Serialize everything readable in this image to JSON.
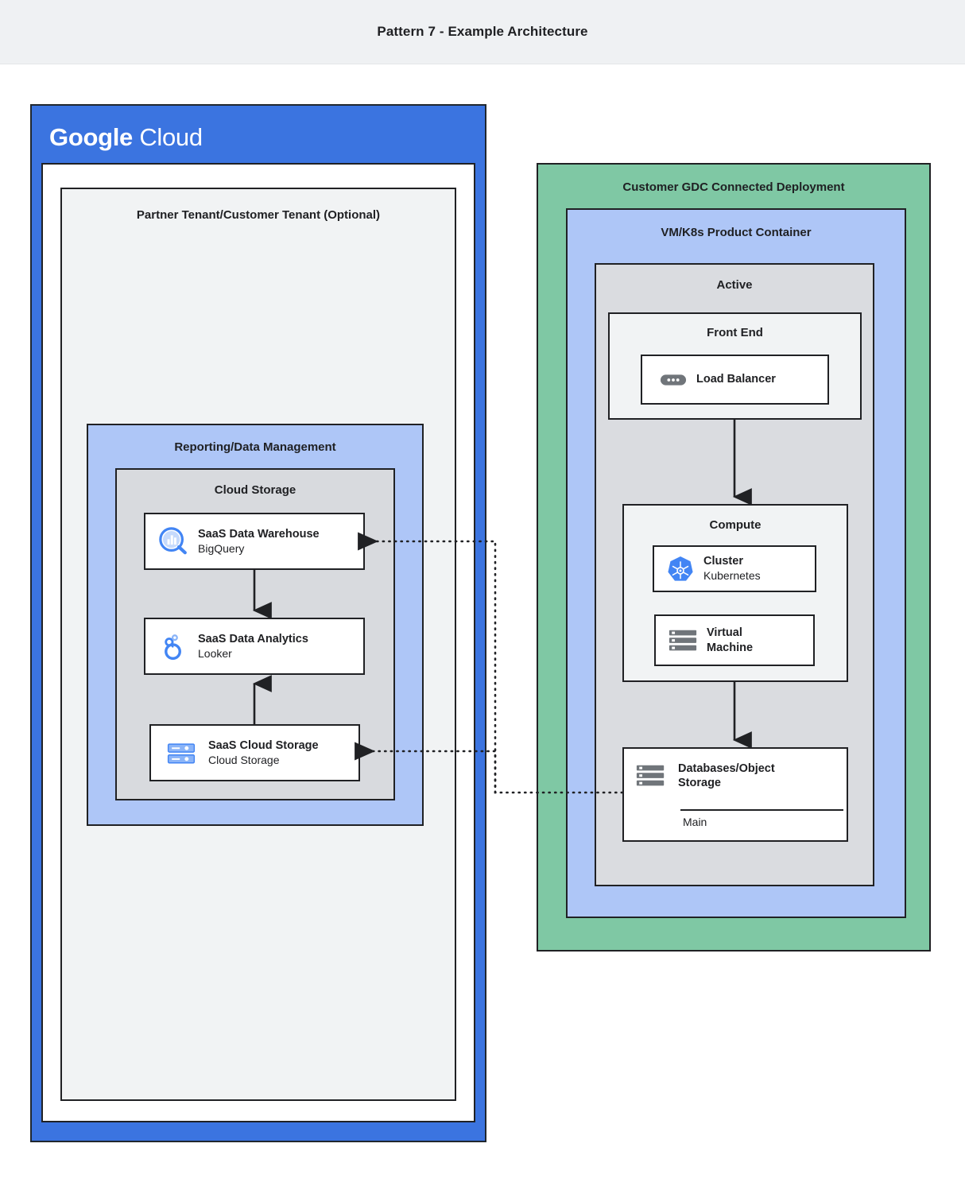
{
  "header": {
    "title": "Pattern 7 - Example Architecture"
  },
  "colors": {
    "header_bg": "#eff1f3",
    "google_blue": "#3b74e0",
    "light_blue": "#aec6f7",
    "green": "#7fc8a4",
    "gray": "#dadce0",
    "light_gray": "#f1f3f4",
    "stroke": "#202124",
    "icon_blue": "#4285f4",
    "icon_gray": "#70757a"
  },
  "google_cloud": {
    "logo_bold": "Google",
    "logo_light": "Cloud",
    "tenant_label": "Partner Tenant/Customer Tenant (Optional)",
    "reporting_label": "Reporting/Data Management",
    "cloud_storage_label": "Cloud Storage",
    "items": [
      {
        "title": "SaaS Data Warehouse",
        "subtitle": "BigQuery",
        "icon": "bigquery-icon"
      },
      {
        "title": "SaaS Data Analytics",
        "subtitle": "Looker",
        "icon": "looker-icon"
      },
      {
        "title": "SaaS Cloud Storage",
        "subtitle": "Cloud Storage",
        "icon": "cloud-storage-icon"
      }
    ]
  },
  "gdc": {
    "deployment_label": "Customer GDC Connected Deployment",
    "container_label": "VM/K8s Product Container",
    "active_label": "Active",
    "frontend_label": "Front End",
    "compute_label": "Compute",
    "load_balancer": {
      "title": "Load Balancer",
      "icon": "load-balancer-icon"
    },
    "cluster": {
      "title": "Cluster",
      "subtitle": "Kubernetes",
      "icon": "kubernetes-icon"
    },
    "virtual_machine": {
      "title_line1": "Virtual",
      "title_line2": "Machine",
      "icon": "virtual-machine-icon"
    },
    "database": {
      "title_line1": "Databases/Object",
      "title_line2": "Storage",
      "subtitle": "Main",
      "icon": "database-storage-icon"
    }
  },
  "connectors": [
    {
      "name": "warehouse-to-analytics",
      "style": "solid",
      "direction": "down"
    },
    {
      "name": "storage-to-analytics",
      "style": "solid",
      "direction": "up"
    },
    {
      "name": "frontend-to-compute",
      "style": "solid",
      "direction": "down"
    },
    {
      "name": "compute-to-database",
      "style": "solid",
      "direction": "down"
    },
    {
      "name": "database-to-warehouse",
      "style": "dotted",
      "direction": "left"
    },
    {
      "name": "database-to-cloud-storage",
      "style": "dotted",
      "direction": "left"
    }
  ]
}
